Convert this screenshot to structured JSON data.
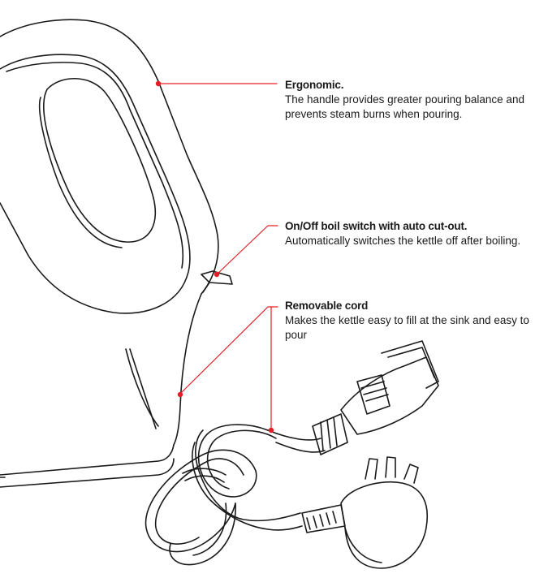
{
  "colors": {
    "leader": "#e31e24",
    "line": "#1a1a1a",
    "background": "#ffffff"
  },
  "callouts": {
    "ergonomic": {
      "title": "Ergonomic.",
      "body": "The handle provides greater pouring balance and prevents steam burns when pouring."
    },
    "switch": {
      "title": "On/Off boil switch with auto cut-out.",
      "body": "Automatically switches the kettle off after boiling."
    },
    "cord": {
      "title": "Removable cord",
      "body": "Makes the kettle easy to fill at the sink and easy to pour"
    }
  }
}
